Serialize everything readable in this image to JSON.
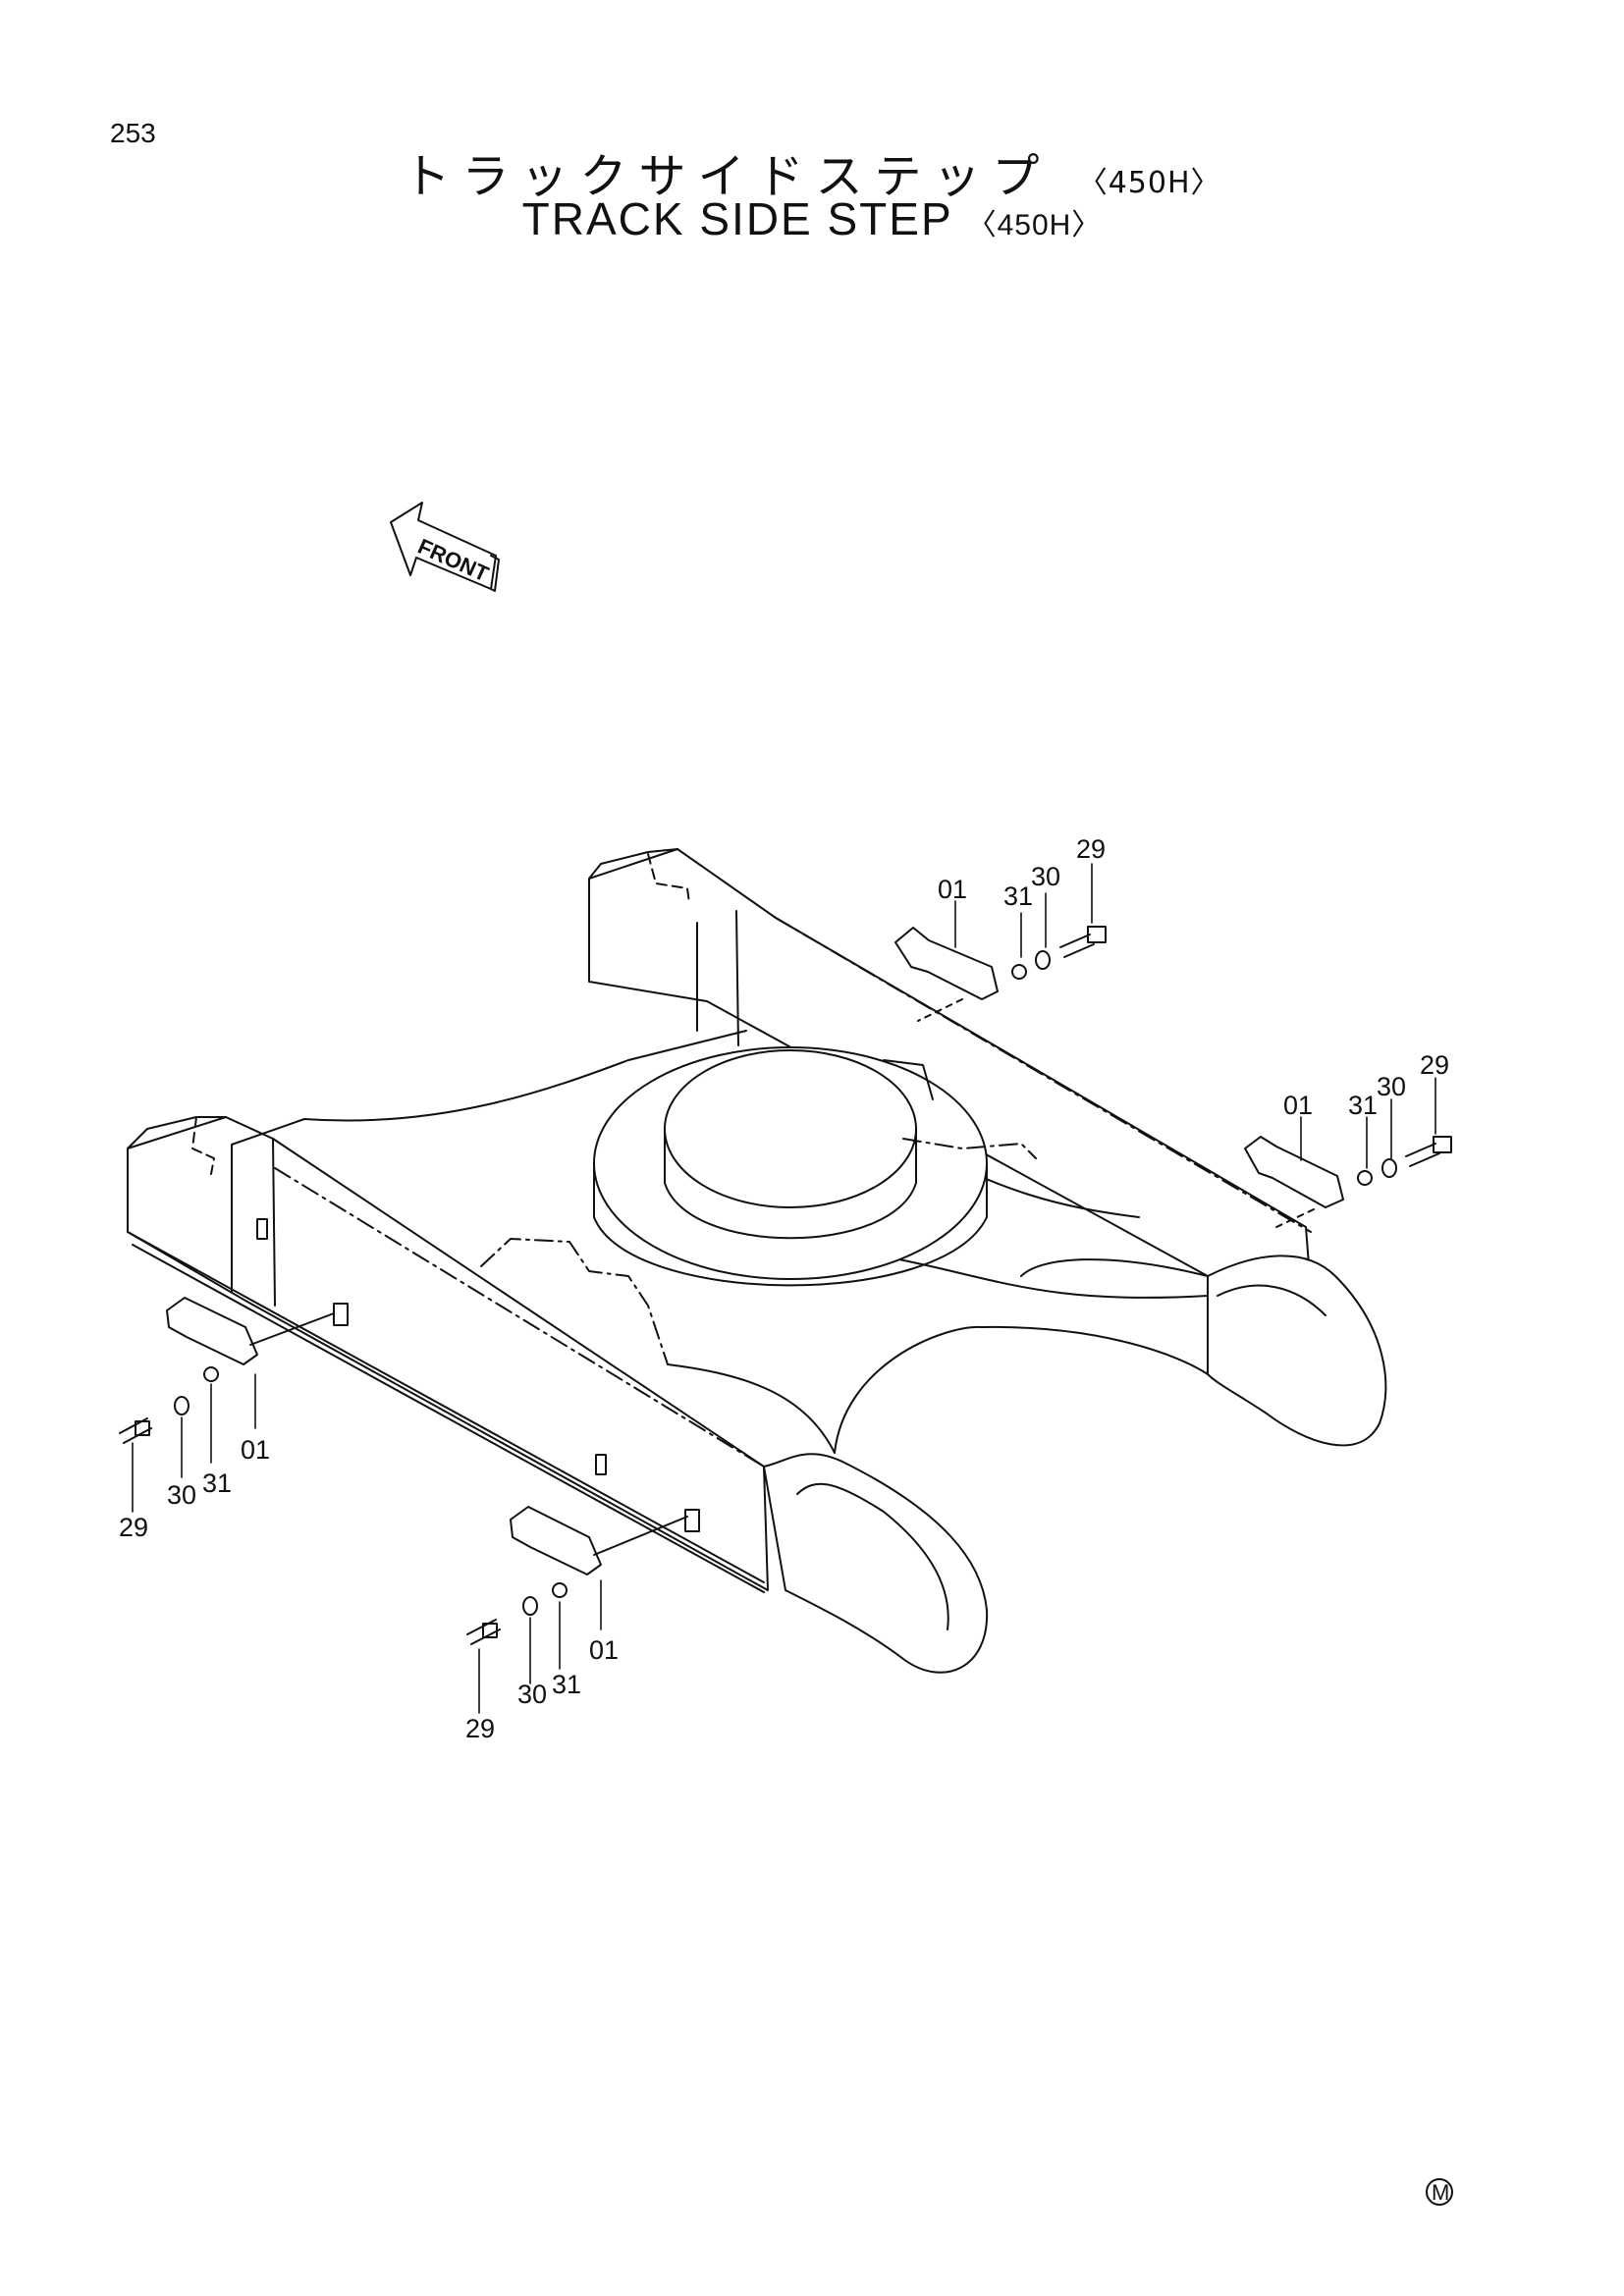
{
  "page": {
    "number": "253"
  },
  "title": {
    "japanese": "トラックサイドステップ",
    "english": "TRACK SIDE STEP",
    "variant": "〈450H〉"
  },
  "direction_marker": {
    "label": "FRONT"
  },
  "callouts": {
    "a": {
      "part": "01",
      "washer_small": "31",
      "washer": "30",
      "bolt": "29"
    },
    "b": {
      "part": "01",
      "washer_small": "31",
      "washer": "30",
      "bolt": "29"
    },
    "c": {
      "part": "01",
      "washer_small": "31",
      "washer": "30",
      "bolt": "29"
    },
    "d": {
      "part": "01",
      "washer_small": "31",
      "washer": "30",
      "bolt": "29"
    }
  },
  "footer_mark": "M"
}
